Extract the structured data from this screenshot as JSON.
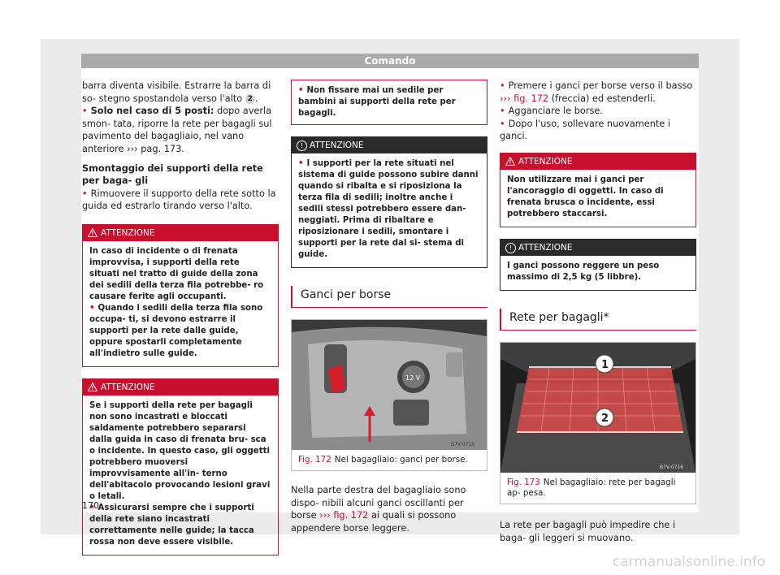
{
  "header": "Comando",
  "page_number": "170",
  "watermark": "carmanualsonline.info",
  "col1": {
    "p1": "barra diventa visibile. Estrarre la barra di so- stegno spostandola verso l'alto",
    "p1_num": "2",
    "p1_end": ".",
    "b1_bold": "Solo nel caso di 5 posti:",
    "b1_text": " dopo averla smon- tata, riporre la rete per bagagli sul pavimento del bagagliaio, nel vano anteriore",
    "b1_ref": "››› pag. 173",
    "b1_end": ".",
    "subhead": "Smontaggio dei supporti della rete per baga- gli",
    "b2": "Rimuovere il supporto della rete sotto la guida ed estrarlo tirando verso l'alto.",
    "warn1_title": "ATTENZIONE",
    "warn1_p1": "In caso di incidente o di frenata improvvisa, i supporti della rete situati nel tratto di guide della zona dei sedili della terza fila potrebbe- ro causare ferite agli occupanti.",
    "warn1_b1": "Quando i sedili della terza fila sono occupa- ti, si devono estrarre il supporti per la rete dalle guide, oppure spostarli completamente all'indietro sulle guide.",
    "warn2_title": "ATTENZIONE",
    "warn2_p1": "Se i supporti della rete per bagagli non sono incastrati e bloccati saldamente potrebbero separarsi dalla guida in caso di frenata bru- sca o incidente. In questo caso, gli oggetti potrebbero muoversi improvvisamente all'in- terno dell'abitacolo provocando lesioni gravi o letali.",
    "warn2_b1": "Assicurarsi sempre che i supporti della rete siano incastrati correttamente nelle guide; la tacca rossa non deve essere visibile."
  },
  "col2": {
    "top_b": "Non fissare mai un sedile per bambini ai supporti della rete per bagagli.",
    "warn3_title": "ATTENZIONE",
    "warn3_b1": "I supporti per la rete situati nel sistema di guide possono subire danni quando si ribalta e si riposiziona la terza fila di sedili; inoltre anche i sedili stessi potrebbero essere dan- neggiati. Prima di ribaltare e riposizionare i sedili, smontare i supporti per la rete dal si- stema di guide.",
    "section": "Ganci per borse",
    "fig_label": "Fig. 172",
    "fig_caption": "Nel bagagliaio: ganci per borse.",
    "fig_code": "B7V-0715",
    "fig_12v": "12 V",
    "text1": "Nella parte destra del bagagliaio sono dispo- nibili alcuni ganci oscillanti per borse",
    "text1_ref": "››› fig. 172",
    "text1_end": " ai quali si possono appendere borse leggere."
  },
  "col3": {
    "b1_text": "Premere i ganci per borse verso il basso",
    "b1_ref": "››› fig. 172",
    "b1_end": " (freccia) ed estenderli.",
    "b2": "Agganciare le borse.",
    "b3": "Dopo l'uso, sollevare nuovamente i ganci.",
    "warn4_title": "ATTENZIONE",
    "warn4_p": "Non utilizzare mai i ganci per l'ancoraggio di oggetti. In caso di frenata brusca o incidente, essi potrebbero staccarsi.",
    "warn5_title": "ATTENZIONE",
    "warn5_p": "I ganci possono reggere un peso massimo di 2,5 kg (5 libbre).",
    "section": "Rete per bagagli*",
    "fig_label": "Fig. 173",
    "fig_caption": "Nel bagagliaio: rete per bagagli ap- pesa.",
    "fig_code": "B7V-0716",
    "callout1": "1",
    "callout2": "2",
    "text1": "La rete per bagagli può impedire che i baga- gli leggeri si muovano."
  }
}
